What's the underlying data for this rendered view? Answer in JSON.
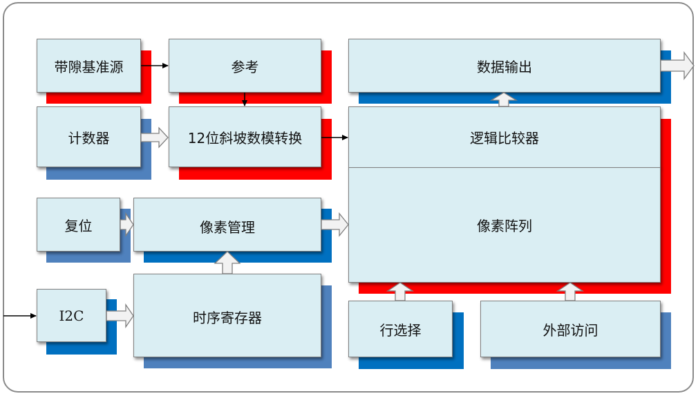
{
  "colors": {
    "box_fill": "#daeef3",
    "shadow_red": "#ff0000",
    "shadow_blue": "#0070c0",
    "shadow_steel": "#4f81bd",
    "arrow_fill": "#f2f2f2"
  },
  "blocks": {
    "bandgap": "带隙基准源",
    "reference": "参考",
    "data_output": "数据输出",
    "counter": "计数器",
    "ramp_dac": "12位斜坡数模转换",
    "logic_comparator": "逻辑比较器",
    "reset": "复位",
    "pixel_mgmt": "像素管理",
    "pixel_array": "像素阵列",
    "i2c": "I2C",
    "timing_reg": "时序寄存器",
    "row_select": "行选择",
    "external_access": "外部访问"
  }
}
